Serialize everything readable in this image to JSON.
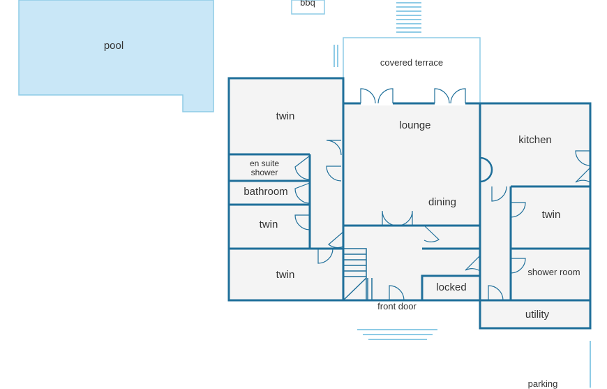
{
  "plan": {
    "labels": {
      "pool": "pool",
      "bbq": "bbq",
      "covered_terrace": "covered terrace",
      "lounge": "lounge",
      "dining": "dining",
      "kitchen": "kitchen",
      "twin_top": "twin",
      "en_suite_1": "en suite",
      "en_suite_2": "shower",
      "bathroom": "bathroom",
      "twin_mid": "twin",
      "twin_bottom": "twin",
      "twin_right": "twin",
      "shower_room": "shower room",
      "locked": "locked",
      "utility": "utility",
      "front_door": "front door",
      "parking": "parking"
    },
    "colors": {
      "wall": "#1f6f9a",
      "floor": "#f4f4f4",
      "pool": "#c9e7f7",
      "outline": "#8ecbe6"
    }
  }
}
